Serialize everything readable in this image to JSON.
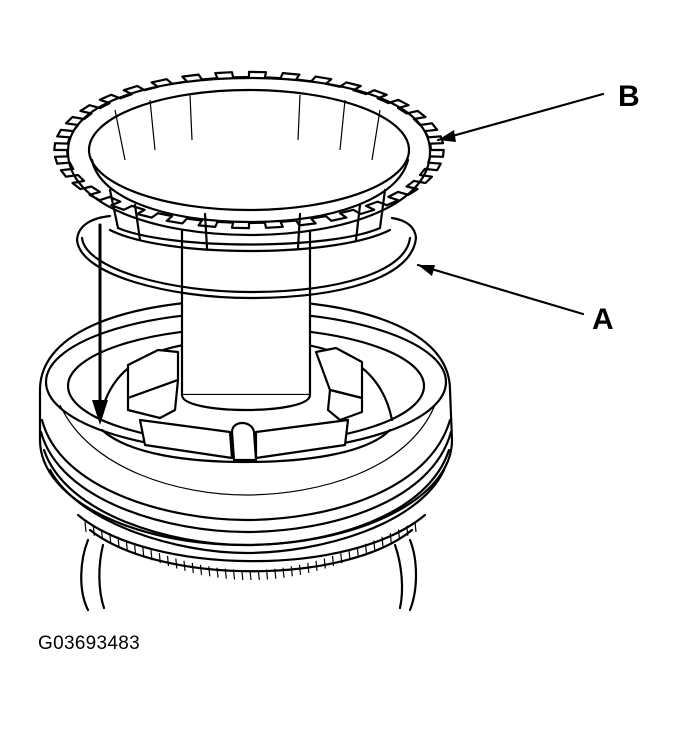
{
  "callouts": {
    "a": "A",
    "b": "B"
  },
  "figure_id": "G03693483",
  "colors": {
    "line": "#000000",
    "background": "#ffffff"
  }
}
